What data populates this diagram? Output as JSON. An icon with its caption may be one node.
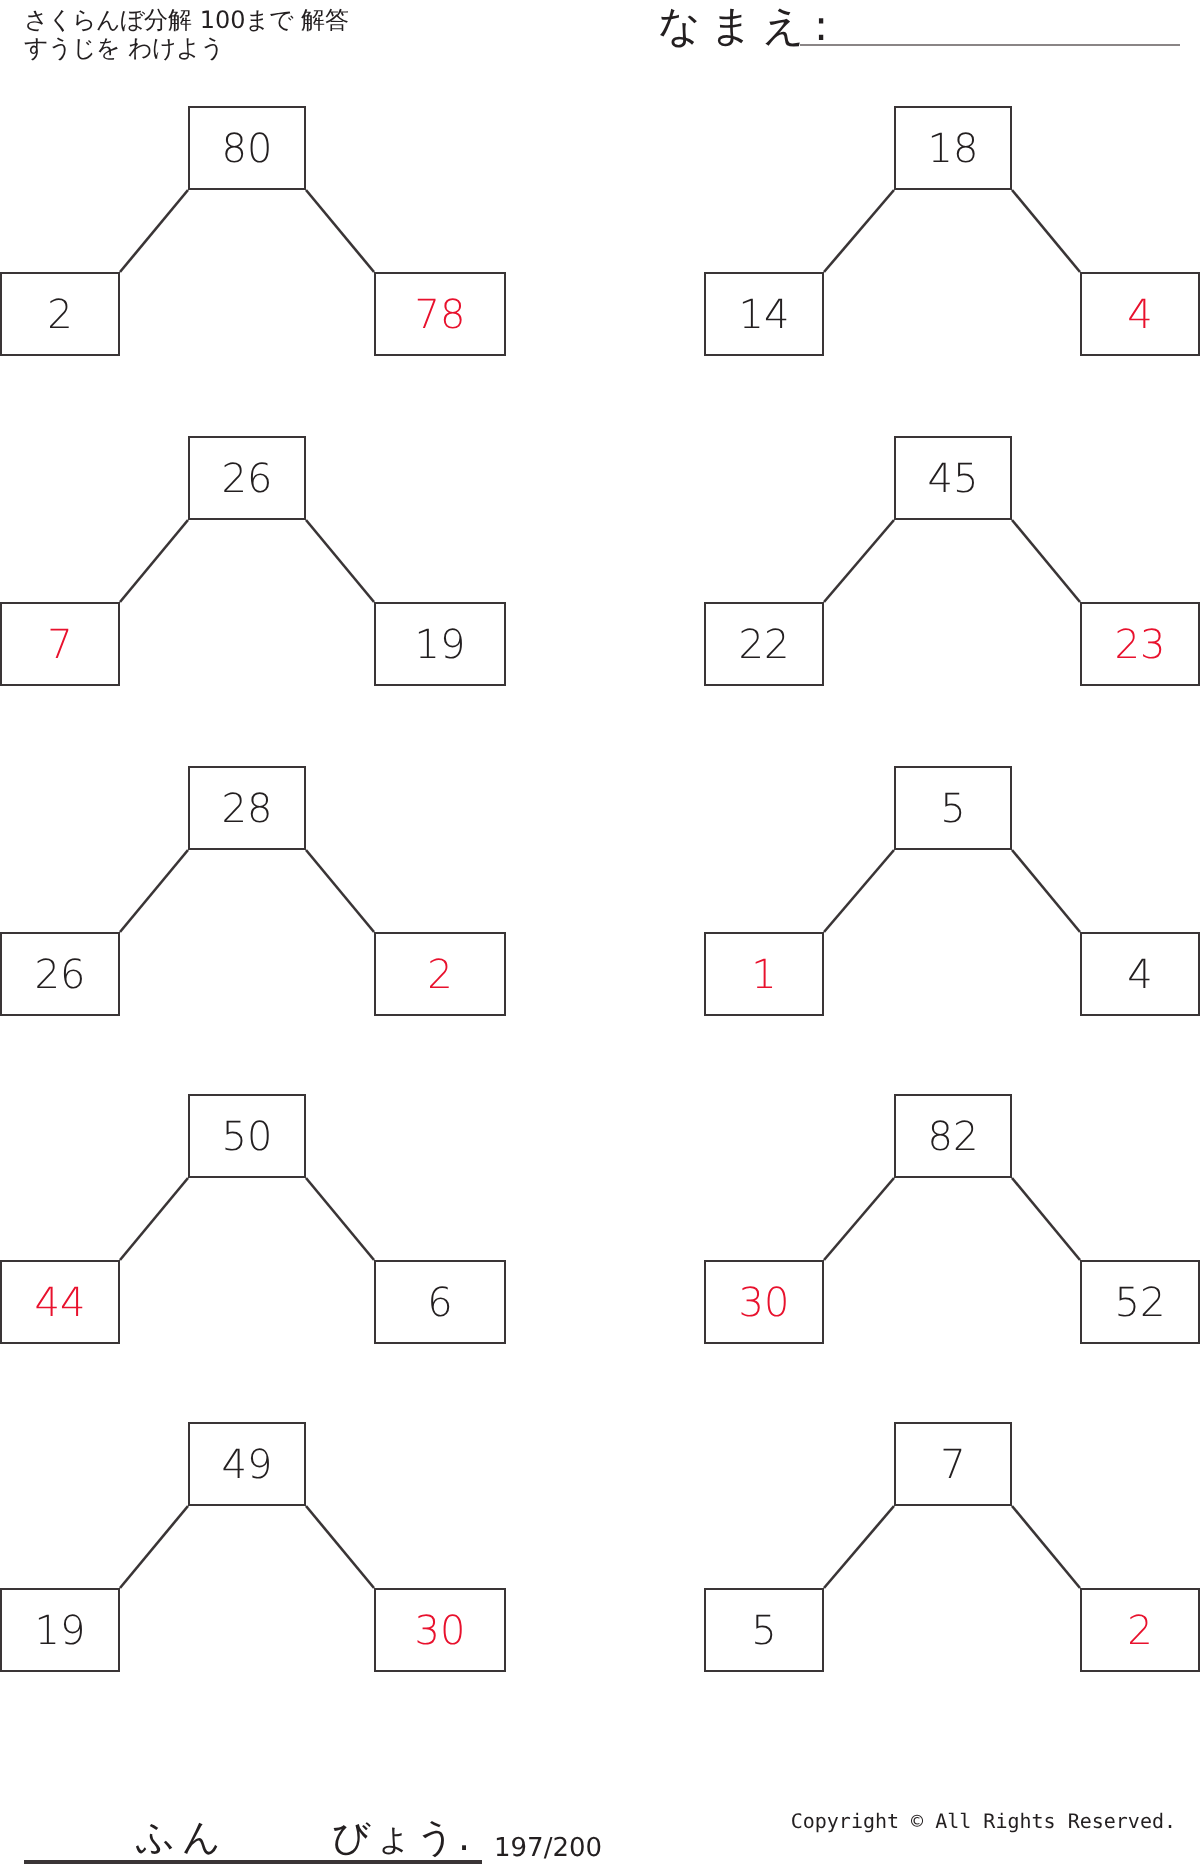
{
  "diagram": {
    "nodes": [
      {
        "text": [
          "80"
        ]
      },
      {
        "text": [
          "2"
        ]
      },
      {
        "text": [
          "78"
        ]
      },
      {
        "text": [
          "18"
        ]
      },
      {
        "text": [
          "14"
        ]
      },
      {
        "text": [
          "4"
        ]
      },
      {
        "text": [
          "26"
        ]
      },
      {
        "text": [
          "7"
        ]
      },
      {
        "text": [
          "19"
        ]
      },
      {
        "text": [
          "45"
        ]
      },
      {
        "text": [
          "22"
        ]
      },
      {
        "text": [
          "23"
        ]
      },
      {
        "text": [
          "28"
        ]
      },
      {
        "text": [
          "26"
        ]
      },
      {
        "text": [
          "2"
        ]
      },
      {
        "text": [
          "5"
        ]
      },
      {
        "text": [
          "1"
        ]
      },
      {
        "text": [
          "4"
        ]
      },
      {
        "text": [
          "50"
        ]
      },
      {
        "text": [
          "44"
        ]
      },
      {
        "text": [
          "6"
        ]
      },
      {
        "text": [
          "82"
        ]
      },
      {
        "text": [
          "30"
        ]
      },
      {
        "text": [
          "52"
        ]
      },
      {
        "text": [
          "49"
        ]
      },
      {
        "text": [
          "19"
        ]
      },
      {
        "text": [
          "30"
        ]
      },
      {
        "text": [
          "7"
        ]
      },
      {
        "text": [
          "5"
        ]
      },
      {
        "text": [
          "2"
        ]
      }
    ],
    "edges": [
      {
        "from": 0,
        "to": 1,
        "arrow": "none"
      },
      {
        "from": 0,
        "to": 2,
        "arrow": "none"
      },
      {
        "from": 3,
        "to": 4,
        "arrow": "none"
      },
      {
        "from": 3,
        "to": 5,
        "arrow": "none"
      },
      {
        "from": 6,
        "to": 7,
        "arrow": "none"
      },
      {
        "from": 6,
        "to": 8,
        "arrow": "none"
      },
      {
        "from": 9,
        "to": 10,
        "arrow": "none"
      },
      {
        "from": 9,
        "to": 11,
        "arrow": "none"
      },
      {
        "from": 12,
        "to": 13,
        "arrow": "none"
      },
      {
        "from": 12,
        "to": 14,
        "arrow": "none"
      },
      {
        "from": 15,
        "to": 16,
        "arrow": "none"
      },
      {
        "from": 15,
        "to": 17,
        "arrow": "none"
      },
      {
        "from": 18,
        "to": 19,
        "arrow": "none"
      },
      {
        "from": 18,
        "to": 20,
        "arrow": "none"
      },
      {
        "from": 21,
        "to": 22,
        "arrow": "none"
      },
      {
        "from": 21,
        "to": 23,
        "arrow": "none"
      },
      {
        "from": 24,
        "to": 25,
        "arrow": "none"
      },
      {
        "from": 24,
        "to": 26,
        "arrow": "none"
      },
      {
        "from": 27,
        "to": 28,
        "arrow": "none"
      },
      {
        "from": 27,
        "to": 29,
        "arrow": "none"
      }
    ],
    "labels": [
      "さくらんぼ分解 100まで 解答",
      "すうじを わけよう",
      "なまえ:",
      "ふん",
      "びょう.",
      "197/200",
      "Copyright © All Rights Reserved."
    ]
  }
}
